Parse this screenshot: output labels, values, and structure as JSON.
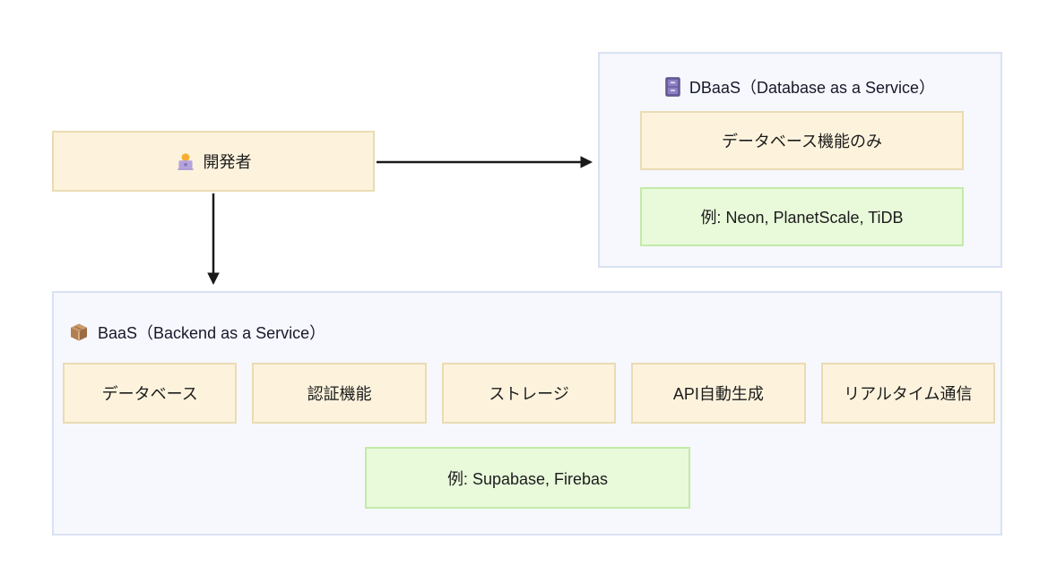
{
  "developer": {
    "label": "開発者",
    "icon": "technologist-emoji"
  },
  "dbaas": {
    "title": "DBaaS（Database as a Service）",
    "icon": "file-cabinet-emoji",
    "feature": "データベース機能のみ",
    "examples": "例: Neon, PlanetScale, TiDB"
  },
  "baas": {
    "title": "BaaS（Backend as a Service）",
    "icon": "package-emoji",
    "features": [
      "データベース",
      "認証機能",
      "ストレージ",
      "API自動生成",
      "リアルタイム通信"
    ],
    "examples": "例: Supabase, Firebas"
  },
  "colors": {
    "node_fill": "#fdf3dd",
    "node_border": "#eadbb3",
    "example_fill": "#e9fadb",
    "example_border": "#c3eaa9",
    "group_fill": "#f6f8fd",
    "group_border": "#d9e2f2",
    "arrow": "#1a1a1a",
    "text": "#1c1c1c"
  }
}
